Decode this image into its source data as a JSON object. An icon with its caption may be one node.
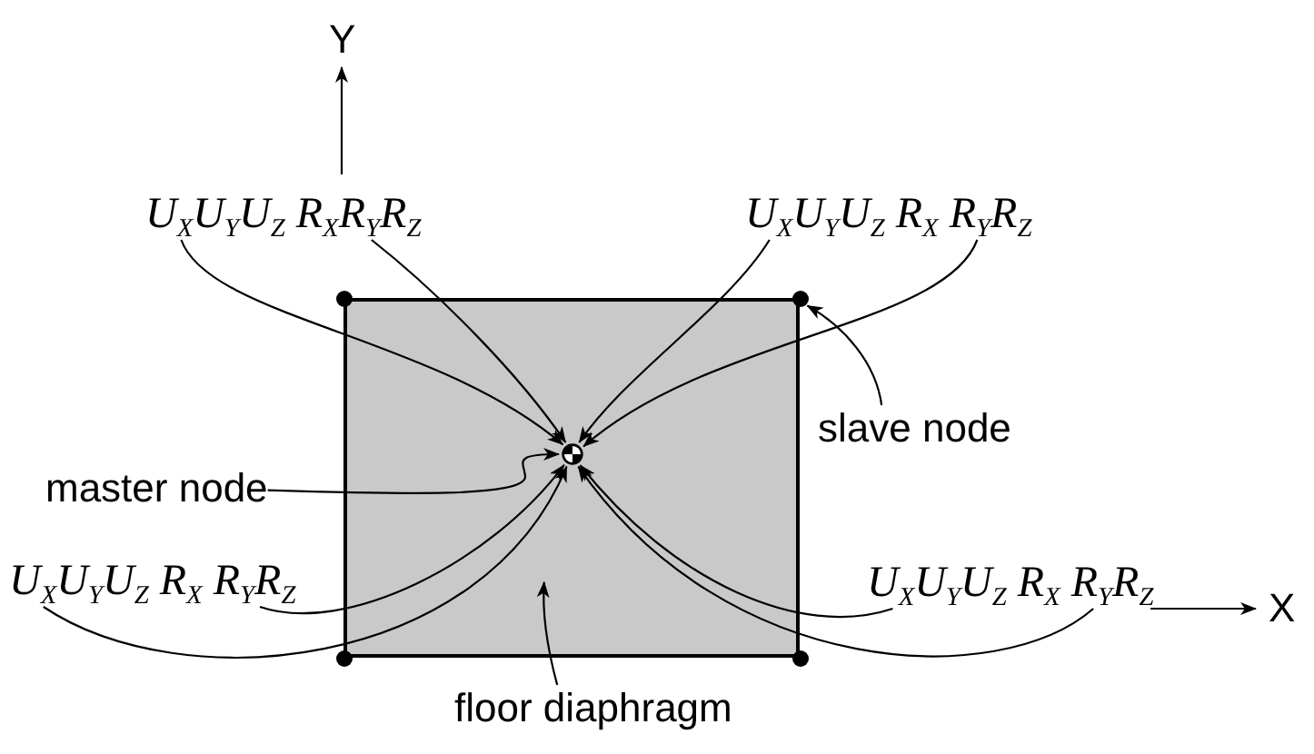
{
  "diagram": {
    "nodes": [
      {
        "text": [
          "U$_{X}$U$_{Y}$U$_{Z}$ R$_{X}$R$_{Y}$R$_{Z}$"
        ]
      },
      {
        "text": [
          "U$_{X}$U$_{Y}$U$_{Z}$ R$_{X}$ R$_{Y}$R$_{Z}$"
        ]
      },
      {
        "text": [],
        "shape": "box"
      },
      {
        "text": [],
        "shape": "circle"
      },
      {
        "text": [],
        "shape": "circle"
      },
      {
        "text": [
          "slave node"
        ]
      },
      {
        "text": [],
        "shape": "circle",
        "in": 2
      },
      {
        "text": [
          "master node"
        ]
      },
      {
        "text": [
          "U$_{X}$U$_{Y}$U$_{Z}$ R$_{X}$ R$_{Y}$R$_{Z}$"
        ]
      },
      {
        "text": [
          "U$_{X}$U$_{Y}$U$_{Z}$ R$_{X}$ R$_{Y}$R$_{Z}$"
        ]
      },
      {
        "text": [],
        "shape": "circle"
      },
      {
        "text": [],
        "shape": "circle"
      },
      {
        "text": [
          "floor diaphragm"
        ]
      }
    ],
    "edges": [
      {
        "from": 0,
        "to": 6,
        "arrow": "to"
      },
      {
        "from": 0,
        "to": 6,
        "arrow": "to"
      },
      {
        "from": 1,
        "to": 6,
        "arrow": "to"
      },
      {
        "from": 1,
        "to": 6,
        "arrow": "to"
      },
      {
        "from": 5,
        "to": 4,
        "arrow": "to"
      },
      {
        "from": 7,
        "to": 6,
        "arrow": "to"
      },
      {
        "from": 8,
        "to": 6,
        "arrow": "to"
      },
      {
        "from": 8,
        "to": 6,
        "arrow": "to"
      },
      {
        "from": 9,
        "to": 6,
        "arrow": "to"
      },
      {
        "from": 9,
        "to": 6,
        "arrow": "to"
      },
      {
        "from": 12,
        "to": 2,
        "arrow": "to"
      }
    ],
    "labels": [
      "Y",
      "X"
    ]
  }
}
